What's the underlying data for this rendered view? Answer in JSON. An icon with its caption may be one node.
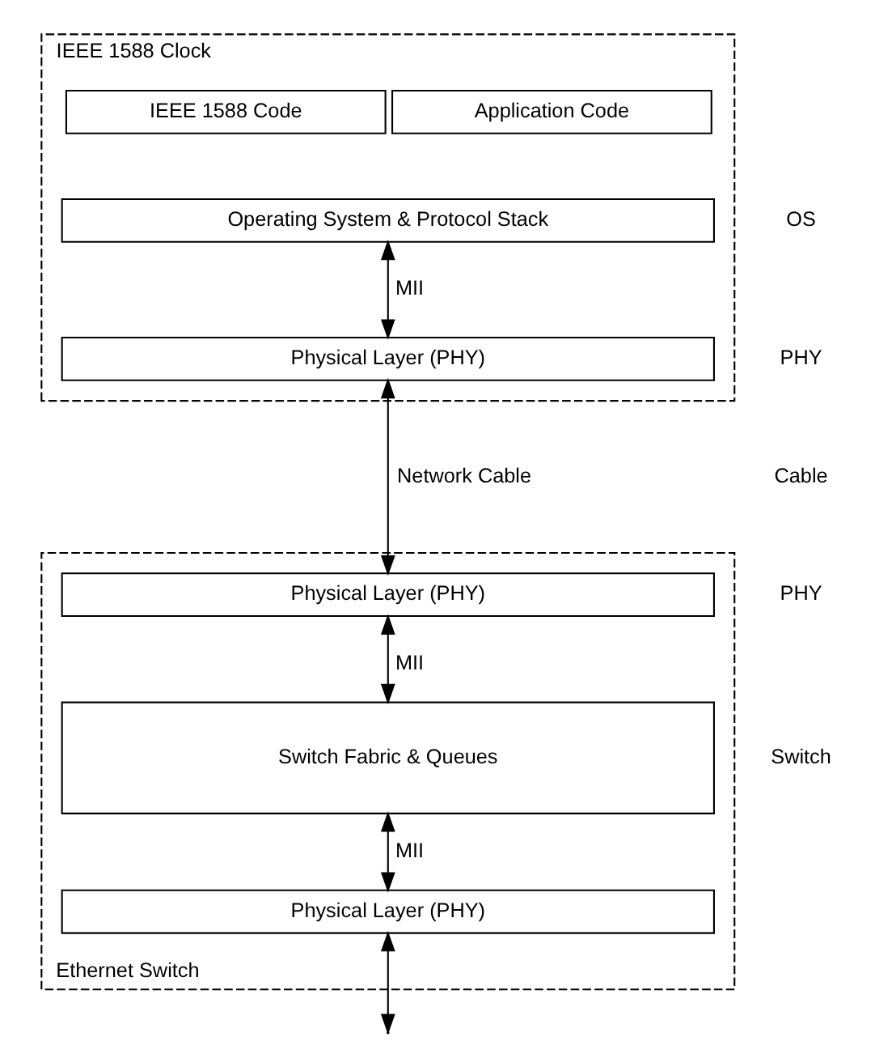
{
  "diagram": {
    "nodes": [
      {
        "text": [
          "IEEE 1588 Clock"
        ]
      },
      {
        "text": [
          "Application Code"
        ],
        "in": 0
      },
      {
        "text": [
          "IEEE 1588 Code"
        ],
        "in": 0
      },
      {
        "text": [
          "Operating System & Protocol Stack"
        ],
        "in": 0
      },
      {
        "text": [
          "Physical Layer (PHY)"
        ],
        "in": 0
      },
      {
        "text": [
          "Ethernet Switch"
        ]
      },
      {
        "text": [
          "Physical Layer (PHY)"
        ],
        "in": 5
      },
      {
        "text": [
          "Switch Fabric & Queues"
        ],
        "in": 5
      },
      {
        "text": [
          "Physical Layer (PHY)"
        ],
        "in": 5
      }
    ],
    "edges": [
      {
        "from": 3,
        "to": 4,
        "arrow": "both",
        "label": "MII"
      },
      {
        "from": 4,
        "to": 6,
        "arrow": "both",
        "label": "Network Cable"
      },
      {
        "from": 6,
        "to": 7,
        "arrow": "both",
        "label": "MII"
      },
      {
        "from": 7,
        "to": 8,
        "arrow": "both",
        "label": "MII"
      },
      {
        "from": 8,
        "to": null,
        "arrow": "both"
      }
    ],
    "labels": [
      "OS",
      "PHY",
      "Cable",
      "PHY",
      "Switch"
    ]
  }
}
